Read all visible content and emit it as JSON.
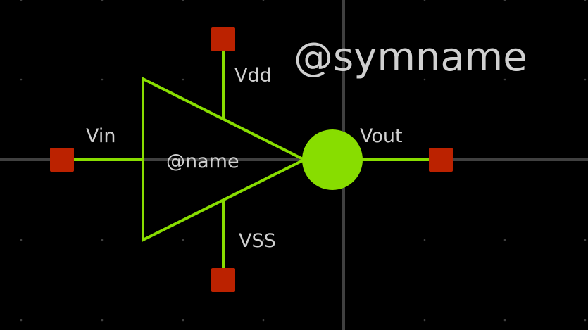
{
  "symbol": {
    "symname": "@symname",
    "instance_name": "@name"
  },
  "pins": {
    "vin": "Vin",
    "vout": "Vout",
    "vdd": "Vdd",
    "vss": "VSS"
  },
  "colors": {
    "background": "#000000",
    "wire": "#88dd00",
    "pin": "#bb2200",
    "axis": "#404040",
    "grid_dot": "#404040",
    "text": "#d0d0d0"
  }
}
